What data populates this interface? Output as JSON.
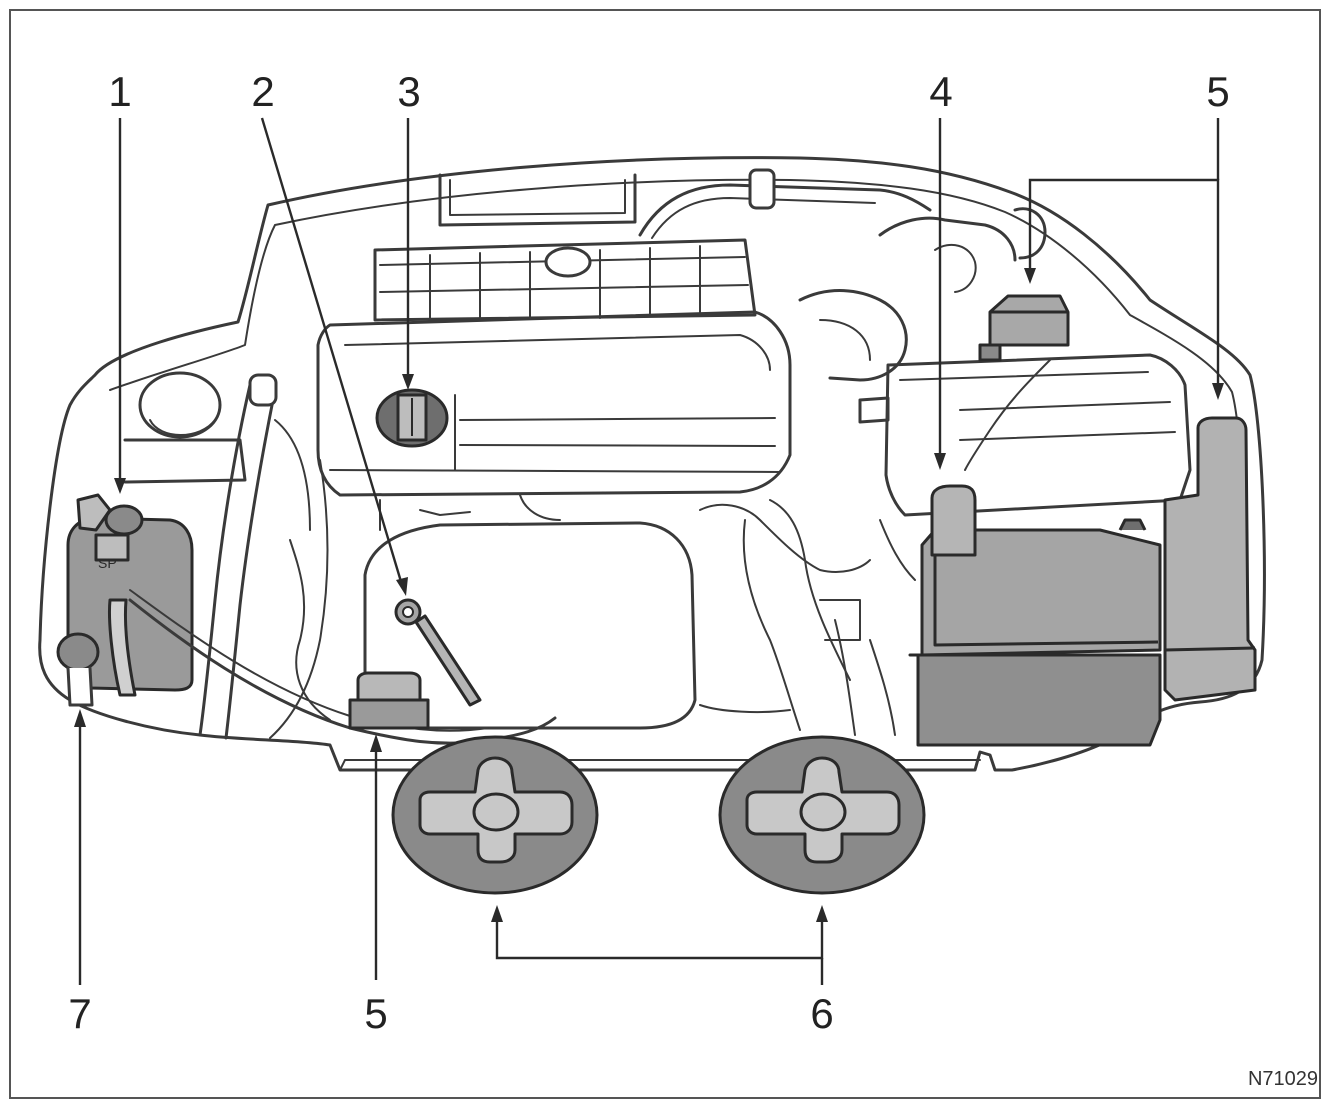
{
  "callouts": {
    "c1": "1",
    "c2": "2",
    "c3": "3",
    "c4": "4",
    "c5_top": "5",
    "c5_bottom": "5",
    "c6": "6",
    "c7": "7"
  },
  "figure_code": "N71029",
  "colors": {
    "frame": "#555555",
    "line": "#3a3a3a",
    "shade_dark": "#8a8a8a",
    "shade_mid": "#a8a8a8",
    "shade_light": "#c8c8c8"
  }
}
